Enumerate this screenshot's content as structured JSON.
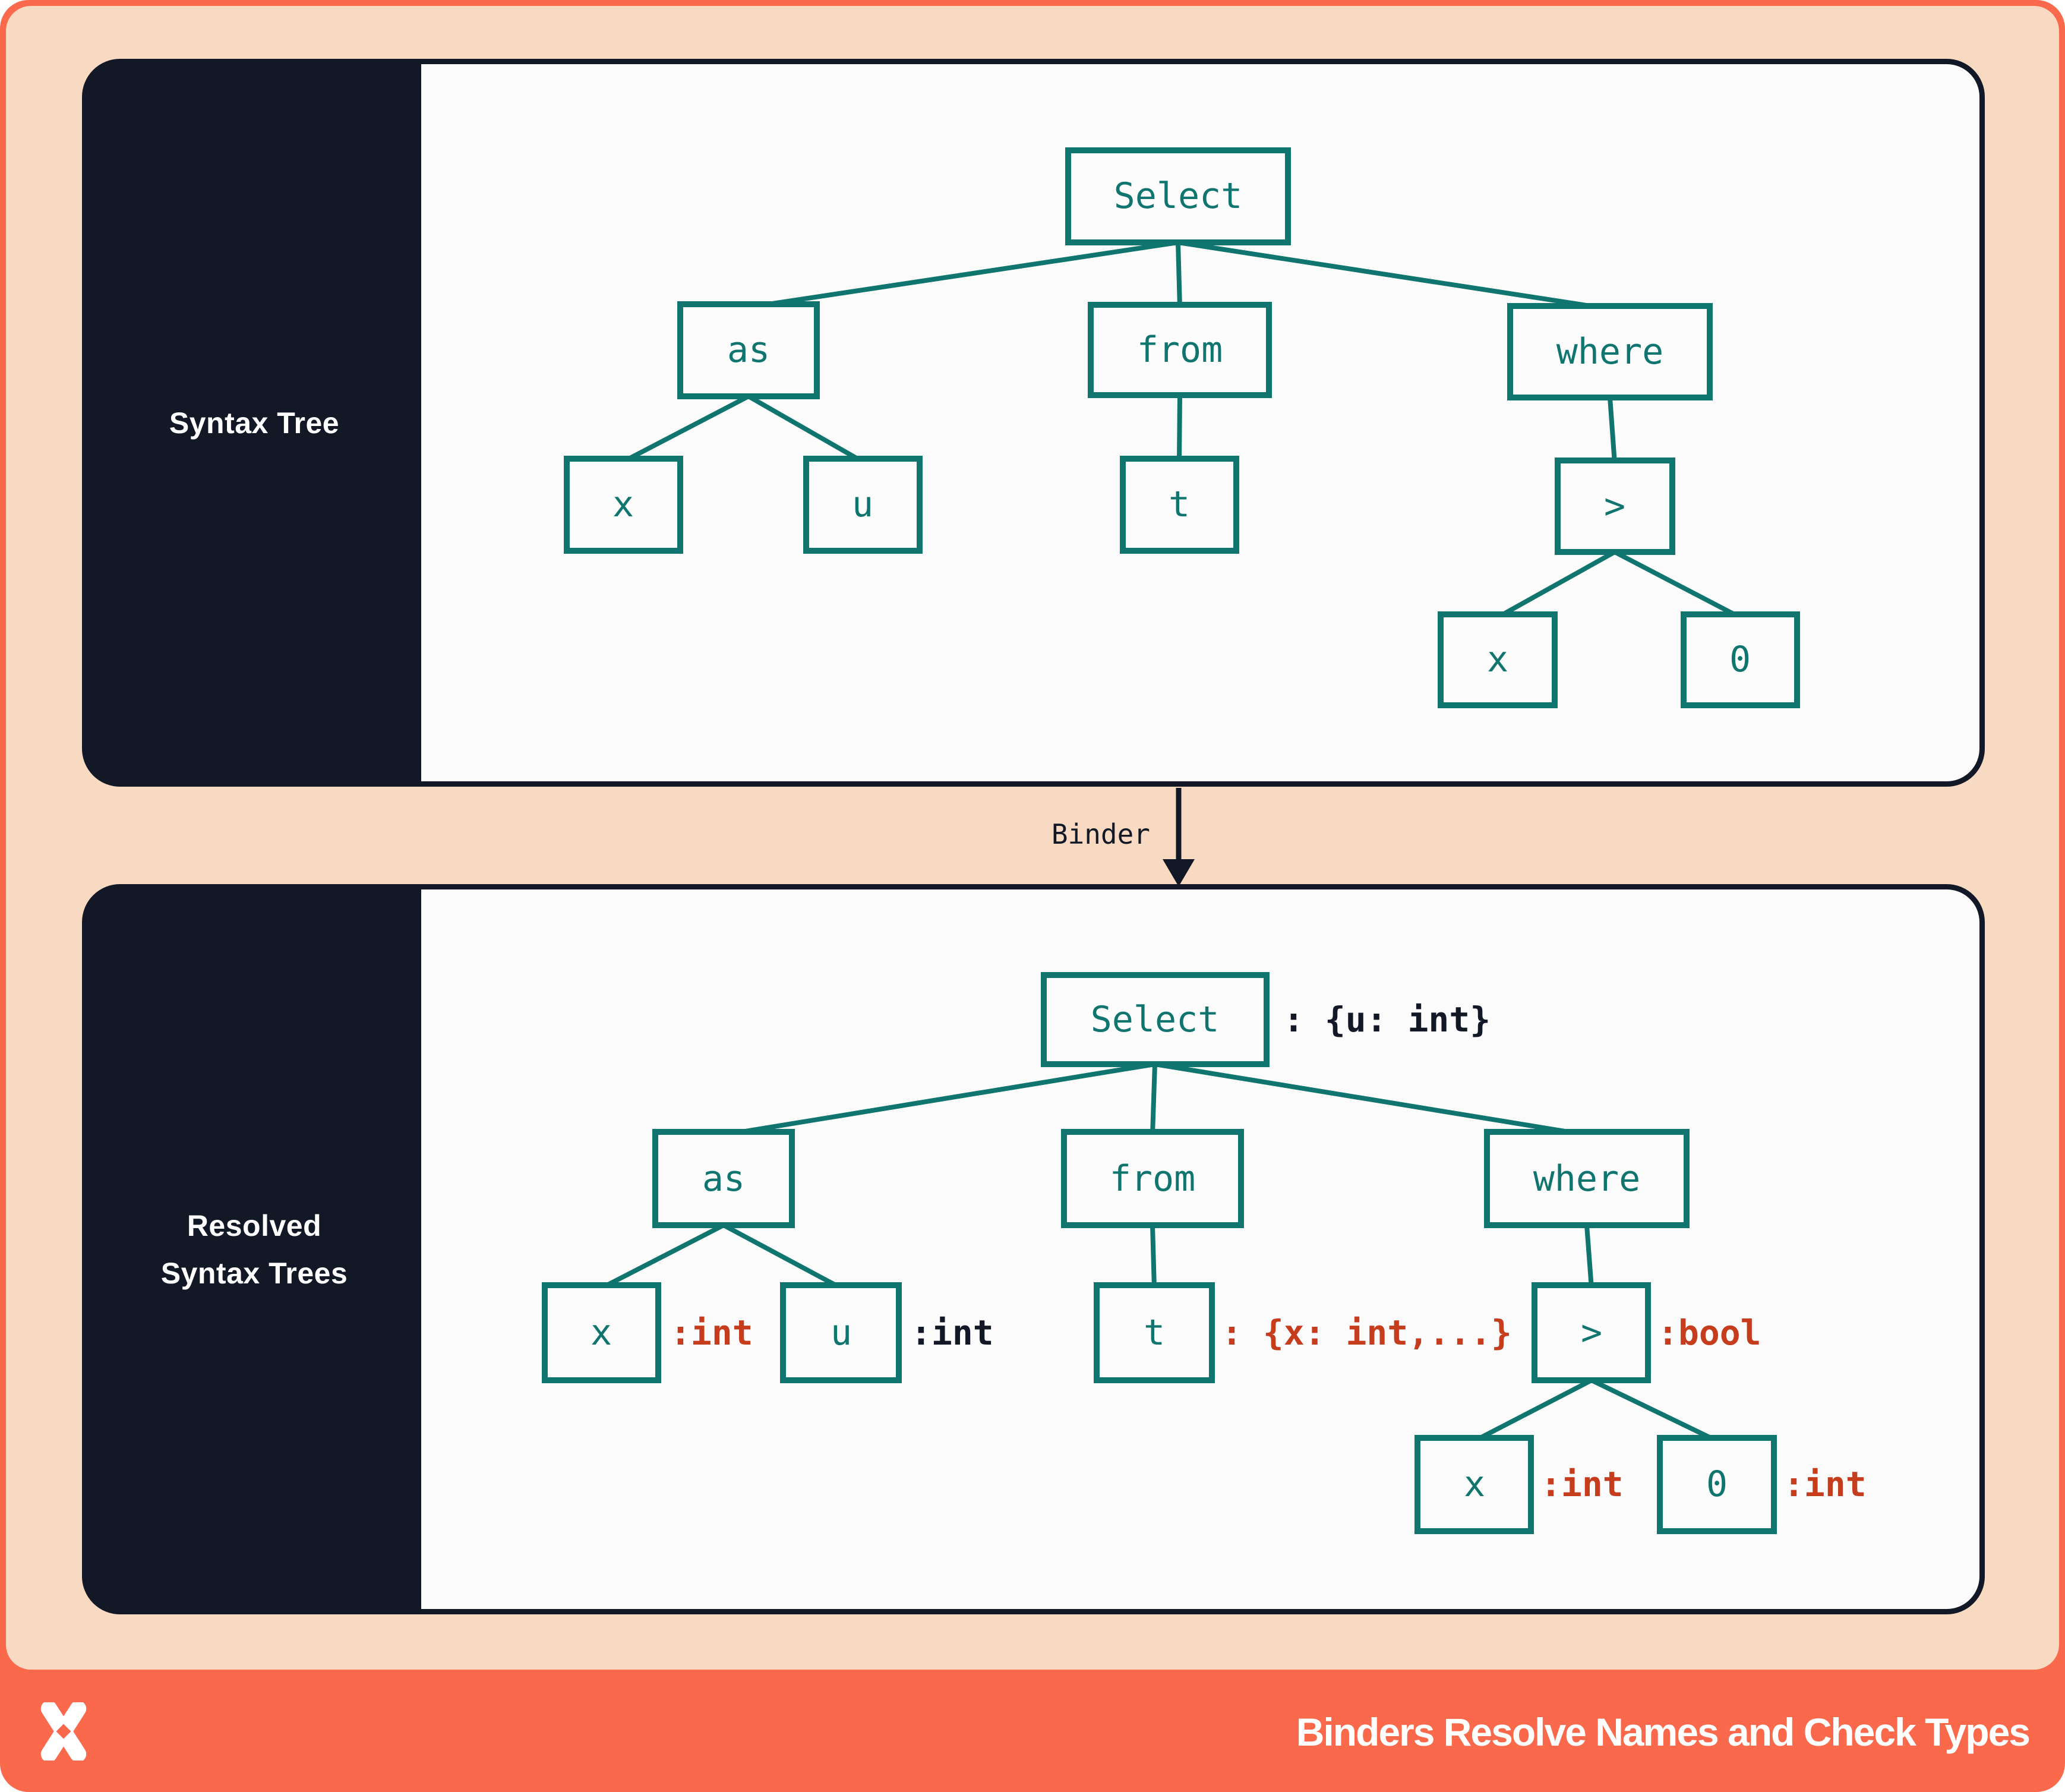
{
  "colors": {
    "frame": "#FA694B",
    "canvas": "#F8DAC2",
    "panel_bg": "#FBFBFC",
    "ink": "#121826",
    "teal": "#0F756E",
    "red": "#C63D1E",
    "white": "#FFFFFF"
  },
  "syntax_panel": {
    "label": "Syntax Tree"
  },
  "resolved_panel": {
    "label_line1": "Resolved",
    "label_line2": "Syntax Trees"
  },
  "binder": {
    "label": "Binder"
  },
  "footer": {
    "title": "Binders Resolve Names and Check Types",
    "logo": "x-pinwheel-logo"
  },
  "syntax_tree": {
    "nodes": {
      "select": "Select",
      "as": "as",
      "from": "from",
      "where": "where",
      "x1": "x",
      "u": "u",
      "t": "t",
      "gt": ">",
      "x2": "x",
      "zero": "0"
    }
  },
  "resolved_tree": {
    "nodes": {
      "select": "Select",
      "as": "as",
      "from": "from",
      "where": "where",
      "x1": "x",
      "u": "u",
      "t": "t",
      "gt": ">",
      "x2": "x",
      "zero": "0"
    },
    "annotations": {
      "select": ": {u: int}",
      "x1": ":int",
      "u": ":int",
      "t": ": {x: int,...}",
      "gt": ":bool",
      "x2": ":int",
      "zero": ":int"
    }
  }
}
